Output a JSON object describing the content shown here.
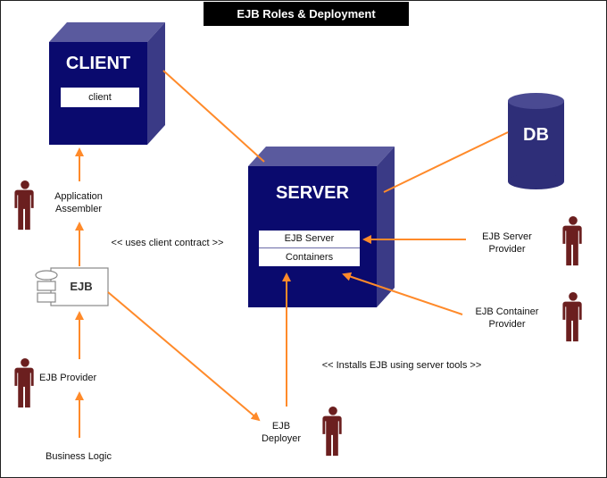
{
  "title": "EJB Roles & Deployment",
  "colors": {
    "box_front": "#0a0a6e",
    "box_top": "#5a5a9e",
    "box_side": "#3a3a86",
    "arrow": "#ff8a2a",
    "person": "#6b1f1f",
    "title_bg": "#000000"
  },
  "nodes": {
    "client": {
      "title": "CLIENT",
      "inner": "client"
    },
    "server": {
      "title": "SERVER",
      "inner_top": "EJB Server",
      "inner_bottom": "Containers"
    },
    "db": {
      "title": "DB"
    },
    "ejb_component": {
      "label": "EJB"
    }
  },
  "roles": {
    "application_assembler": "Application Assembler",
    "ejb_provider": "EJB Provider",
    "ejb_deployer": "EJB Deployer",
    "ejb_server_provider": "EJB Server Provider",
    "ejb_container_provider": "EJB Container Provider"
  },
  "labels": {
    "business_logic": "Business Logic",
    "uses_client_contract": "<< uses client contract >>",
    "installs_ejb": "<< Installs EJB using server tools >>"
  },
  "edges": [
    {
      "from": "client",
      "to": "server",
      "arrowhead": false
    },
    {
      "from": "server",
      "to": "db",
      "arrowhead": false
    },
    {
      "from": "application_assembler",
      "to": "client",
      "arrowhead": true
    },
    {
      "from": "ejb_component",
      "to": "application_assembler",
      "arrowhead": true
    },
    {
      "from": "ejb_provider",
      "to": "ejb_component",
      "arrowhead": true
    },
    {
      "from": "business_logic",
      "to": "ejb_provider",
      "arrowhead": true
    },
    {
      "from": "ejb_component",
      "to": "ejb_deployer",
      "arrowhead": true
    },
    {
      "from": "ejb_deployer",
      "to": "containers",
      "arrowhead": true
    },
    {
      "from": "ejb_server_provider",
      "to": "ejb_server",
      "arrowhead": true
    },
    {
      "from": "ejb_container_provider",
      "to": "containers",
      "arrowhead": true
    }
  ]
}
